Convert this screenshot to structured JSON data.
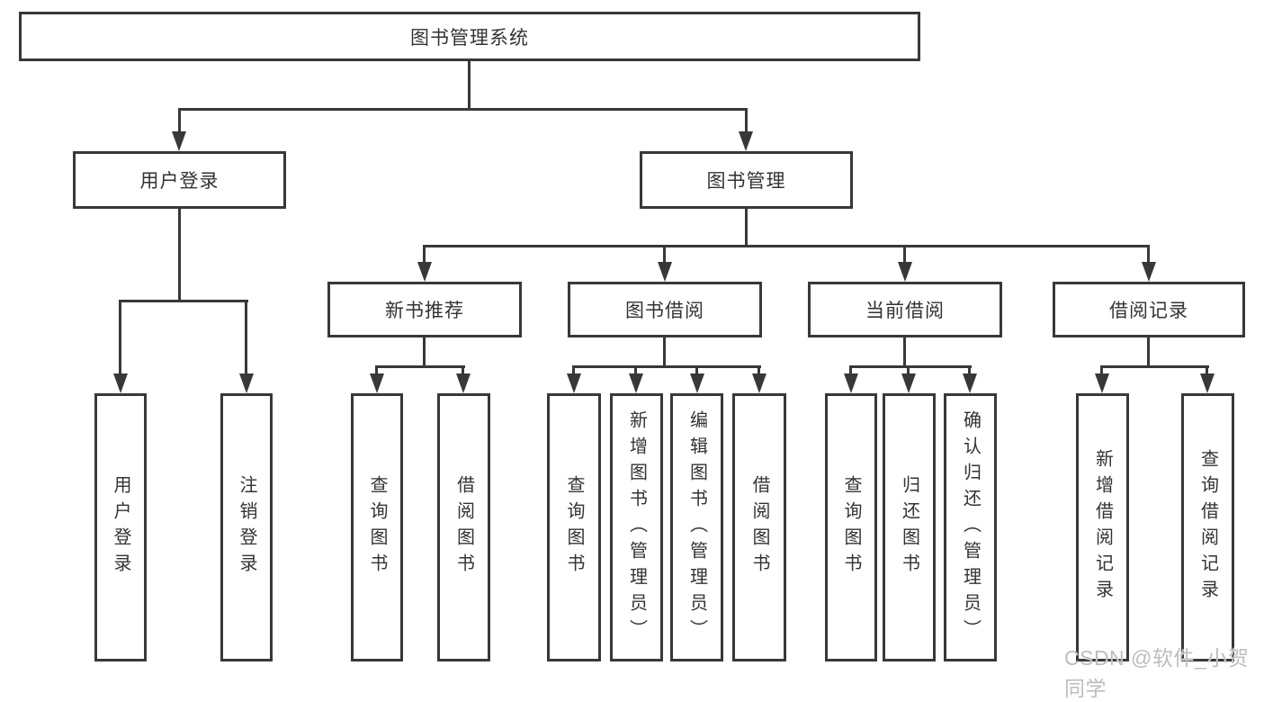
{
  "diagram_title": "图书管理系统",
  "colors": {
    "background": "#ffffff",
    "line": "#383838",
    "text": "#333333",
    "watermark": "#bdbdbd"
  },
  "nodes": {
    "root": "图书管理系统",
    "user_login": "用户登录",
    "book_mgmt": "图书管理",
    "new_book_rec": "新书推荐",
    "book_borrow": "图书借阅",
    "current_borrow": "当前借阅",
    "borrow_record": "借阅记录",
    "leaves": {
      "user_login": "用户登录",
      "logout": "注销登录",
      "nb_query": "查询图书",
      "nb_borrow": "借阅图书",
      "bb_query": "查询图书",
      "bb_add": "新增图书（管理员）",
      "bb_edit": "编辑图书（管理员）",
      "bb_borrow": "借阅图书",
      "cb_query": "查询图书",
      "cb_return": "归还图书",
      "cb_confirm": "确认归还（管理员）",
      "br_add": "新增借阅记录",
      "br_query": "查询借阅记录"
    }
  },
  "watermark": "CSDN @软件_小贺同学"
}
